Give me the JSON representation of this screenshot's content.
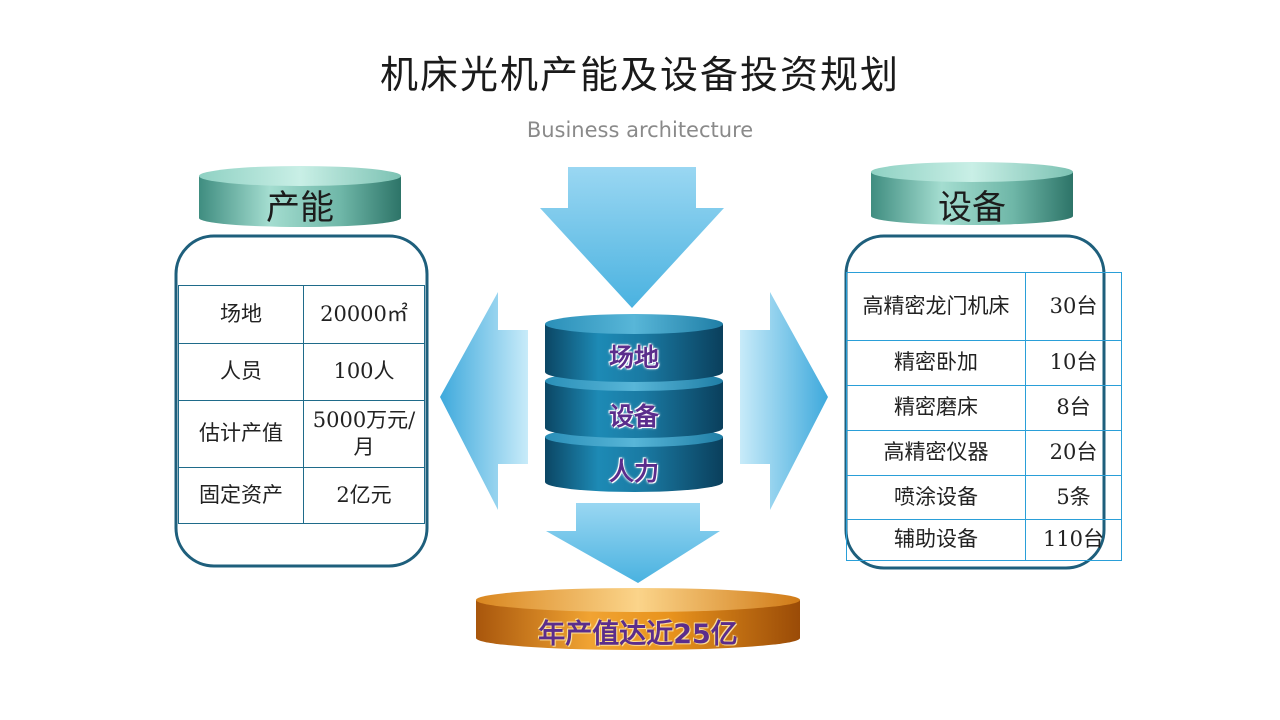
{
  "title": "机床光机产能及设备投资规划",
  "subtitle": "Business architecture",
  "capacity": {
    "label": "产能",
    "rows": [
      {
        "name": "场地",
        "value": "20000㎡"
      },
      {
        "name": "人员",
        "value": "100人"
      },
      {
        "name": "估计产值",
        "value": "5000万元/月"
      },
      {
        "name": "固定资产",
        "value": "2亿元"
      }
    ]
  },
  "equipment": {
    "label": "设备",
    "rows": [
      {
        "name": "高精密龙门机床",
        "value": "30台"
      },
      {
        "name": "精密卧加",
        "value": "10台"
      },
      {
        "name": "精密磨床",
        "value": "8台"
      },
      {
        "name": "高精密仪器",
        "value": "20台"
      },
      {
        "name": "喷涂设备",
        "value": "5条"
      },
      {
        "name": "辅助设备",
        "value": "110台"
      }
    ]
  },
  "stack": [
    "场地",
    "设备",
    "人力"
  ],
  "result": "年产值达近25亿",
  "colors": {
    "teal_dark": "#2f7f74",
    "teal_light": "#9fdcd0",
    "blue_dark": "#0d4f6f",
    "blue_mid": "#1b85b0",
    "arrow_light": "#b9e4f7",
    "arrow_mid": "#5bbde6",
    "orange": "#e8931d",
    "purple_text": "#5b2d8c"
  }
}
